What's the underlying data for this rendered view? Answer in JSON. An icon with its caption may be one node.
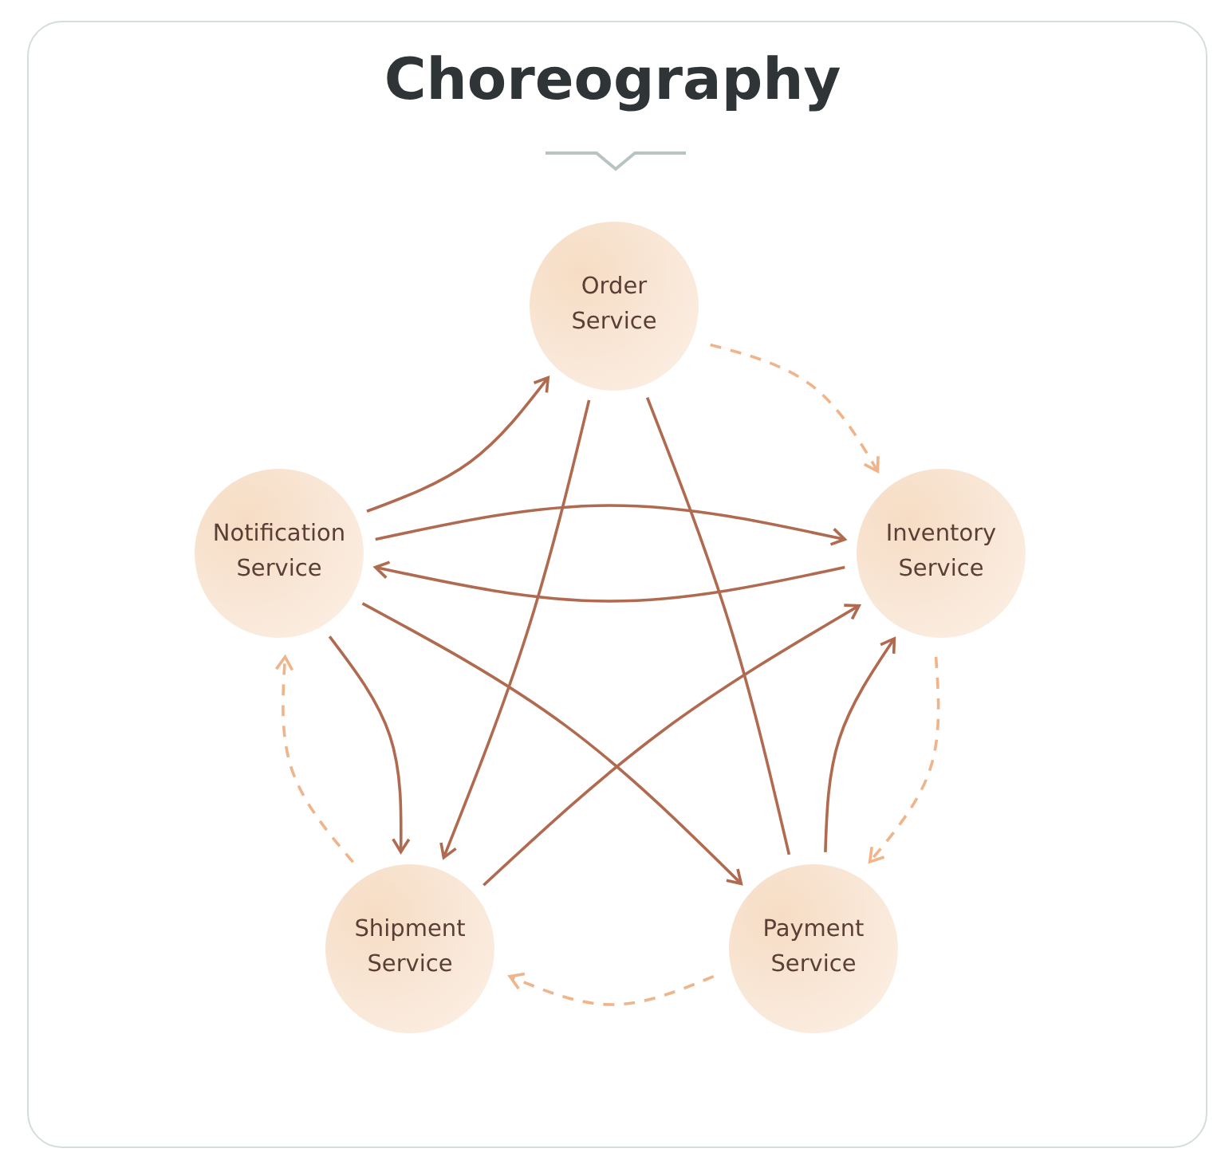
{
  "diagram": {
    "title": "Choreography",
    "nodes": [
      {
        "text": [
          "Order Service"
        ]
      },
      {
        "text": [
          "Inventory Service"
        ]
      },
      {
        "text": [
          "Payment Service"
        ]
      },
      {
        "text": [
          "Shipment Service"
        ]
      },
      {
        "text": [
          "Notification Service"
        ]
      }
    ],
    "edges": [
      {
        "from": 4,
        "to": 0,
        "arrow": "to"
      },
      {
        "from": 4,
        "to": 1,
        "arrow": "to"
      },
      {
        "from": 1,
        "to": 4,
        "arrow": "to"
      },
      {
        "from": 4,
        "to": 3,
        "arrow": "to"
      },
      {
        "from": 4,
        "to": 2,
        "arrow": "to"
      },
      {
        "from": 0,
        "to": 3,
        "arrow": "to"
      },
      {
        "from": 0,
        "to": 2,
        "arrow": "none"
      },
      {
        "from": 3,
        "to": 1,
        "arrow": "to"
      },
      {
        "from": 2,
        "to": 1,
        "arrow": "to"
      },
      {
        "from": 0,
        "to": 1,
        "arrow": "to",
        "style": "dashed",
        "color": "#f0b48a"
      },
      {
        "from": 1,
        "to": 2,
        "arrow": "to",
        "style": "dashed",
        "color": "#f0b48a"
      },
      {
        "from": 2,
        "to": 3,
        "arrow": "to",
        "style": "dashed",
        "color": "#f0b48a"
      },
      {
        "from": 3,
        "to": 4,
        "arrow": "to",
        "style": "dashed",
        "color": "#f0b48a"
      }
    ]
  }
}
